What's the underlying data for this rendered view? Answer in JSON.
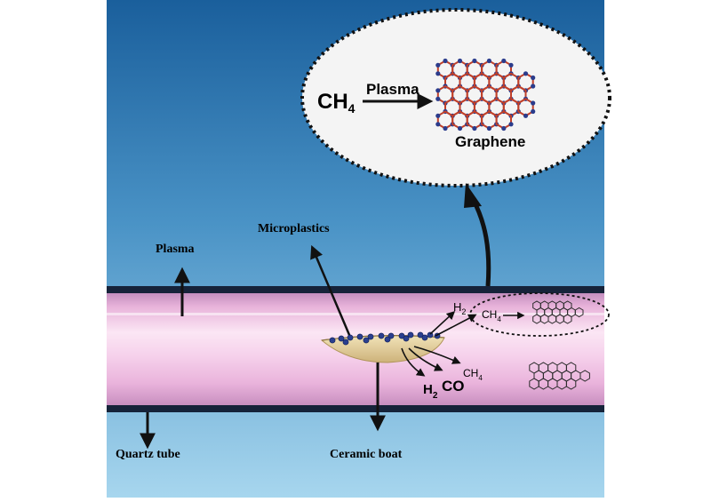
{
  "labels": {
    "plasma_arrow": "Plasma",
    "microplastics": "Microplastics",
    "quartz_tube": "Quartz tube",
    "ceramic_boat": "Ceramic boat"
  },
  "callout": {
    "reactant_main": "CH",
    "reactant_sub": "4",
    "arrow_label": "Plasma",
    "product": "Graphene"
  },
  "tube_products": {
    "h2_upper_main": "H",
    "h2_upper_sub": "2",
    "ch4_inset_main": "CH",
    "ch4_inset_sub": "4",
    "h2_lower_main": "H",
    "h2_lower_sub": "2",
    "co": "CO",
    "ch4_lower_main": "CH",
    "ch4_lower_sub": "4"
  },
  "colors": {
    "background_top": "#1e6aa6",
    "background_bottom": "#9ed0ec",
    "tube_glow": "#f2c6e4",
    "tube_wall": "#16233a",
    "boat": "#e2cd9a",
    "particle": "#2a3f8f",
    "graphene_bond": "#c0402a",
    "graphene_atom": "#2b3c8c",
    "callout_fill": "#f4f4f4"
  },
  "icons": {
    "graphene_large": "hexagonal-lattice-icon",
    "graphene_small": "hexagonal-lattice-icon"
  }
}
